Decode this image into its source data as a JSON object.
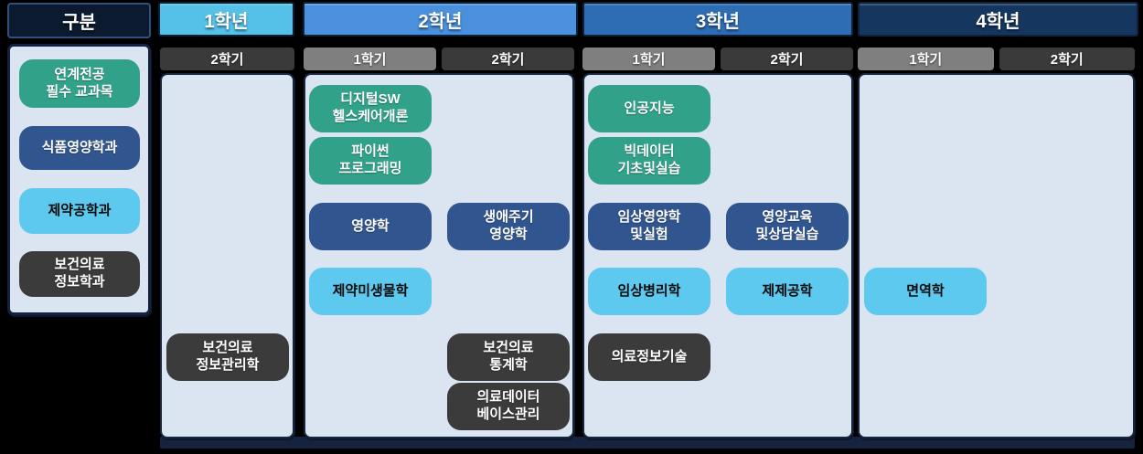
{
  "diagram": {
    "corner_label": "구분",
    "legend": [
      {
        "label": "연계전공\n필수 교과목",
        "category": "required"
      },
      {
        "label": "식품영양학과",
        "category": "nutrition"
      },
      {
        "label": "제약공학과",
        "category": "pharm"
      },
      {
        "label": "보건의료\n정보학과",
        "category": "him"
      }
    ],
    "category_styles": {
      "required": {
        "bg": "#31a189",
        "text": "#ffffff",
        "name": "linked-major-required-course"
      },
      "nutrition": {
        "bg": "#31568f",
        "text": "#ffffff",
        "name": "food-nutrition-dept"
      },
      "pharm": {
        "bg": "#5ec9ee",
        "text": "#0a0a0a",
        "name": "pharmaceutical-engineering-dept"
      },
      "him": {
        "bg": "#3b3b3b",
        "text": "#ffffff",
        "name": "health-medical-informatics-dept"
      }
    },
    "semester_tones": {
      "light": "#7f7f7f",
      "dark": "#3a3a3a"
    },
    "years": [
      {
        "label": "1학년",
        "color": "#55c0e8",
        "semesters": [
          {
            "label": "2학기",
            "tone": "dark",
            "courses": [
              {
                "label": "보건의료\n정보관리학",
                "category": "him",
                "row": 5
              }
            ]
          }
        ]
      },
      {
        "label": "2학년",
        "color": "#4a90dd",
        "semesters": [
          {
            "label": "1학기",
            "tone": "light",
            "courses": [
              {
                "label": "디지털SW\n헬스케어개론",
                "category": "required",
                "row": 1
              },
              {
                "label": "파이썬\n프로그래밍",
                "category": "required",
                "row": 2
              },
              {
                "label": "영양학",
                "category": "nutrition",
                "row": 3
              },
              {
                "label": "제약미생물학",
                "category": "pharm",
                "row": 4
              }
            ]
          },
          {
            "label": "2학기",
            "tone": "dark",
            "courses": [
              {
                "label": "생애주기\n영양학",
                "category": "nutrition",
                "row": 3
              },
              {
                "label": "보건의료\n통계학",
                "category": "him",
                "row": 5
              },
              {
                "label": "의료데이터\n베이스관리",
                "category": "him",
                "row": 6
              }
            ]
          }
        ]
      },
      {
        "label": "3학년",
        "color": "#2e6cb3",
        "semesters": [
          {
            "label": "1학기",
            "tone": "light",
            "courses": [
              {
                "label": "인공지능",
                "category": "required",
                "row": 1
              },
              {
                "label": "빅데이터\n기초및실습",
                "category": "required",
                "row": 2
              },
              {
                "label": "임상영양학\n및실험",
                "category": "nutrition",
                "row": 3
              },
              {
                "label": "임상병리학",
                "category": "pharm",
                "row": 4
              },
              {
                "label": "의료정보기술",
                "category": "him",
                "row": 5
              }
            ]
          },
          {
            "label": "2학기",
            "tone": "dark",
            "courses": [
              {
                "label": "영양교육\n및상담실습",
                "category": "nutrition",
                "row": 3
              },
              {
                "label": "제제공학",
                "category": "pharm",
                "row": 4
              }
            ]
          }
        ]
      },
      {
        "label": "4학년",
        "color": "#15375f",
        "semesters": [
          {
            "label": "1학기",
            "tone": "light",
            "courses": [
              {
                "label": "면역학",
                "category": "pharm",
                "row": 4
              }
            ]
          },
          {
            "label": "2학기",
            "tone": "dark",
            "courses": []
          }
        ]
      }
    ]
  }
}
